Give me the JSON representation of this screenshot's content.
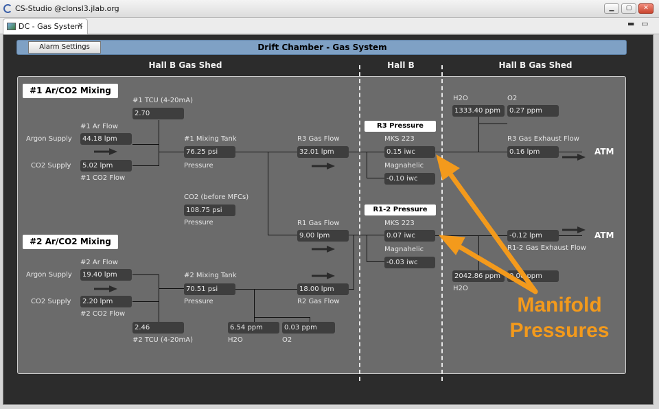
{
  "window": {
    "title": "CS-Studio @clonsl3.jlab.org"
  },
  "tab": {
    "label": "DC - Gas System",
    "close": "✕"
  },
  "header": {
    "title": "Drift Chamber - Gas System",
    "alarm_button": "Alarm Settings"
  },
  "sections": {
    "left": "Hall B Gas Shed",
    "middle": "Hall B",
    "right": "Hall B Gas Shed"
  },
  "mix1": {
    "title": "#1 Ar/CO2 Mixing",
    "tcu_label": "#1 TCU (4-20mA)",
    "tcu_value": "2.70",
    "ar_flow_label": "#1 Ar Flow",
    "argon_supply_label": "Argon Supply",
    "ar_flow_value": "44.18 lpm",
    "co2_supply_label": "CO2 Supply",
    "co2_flow_value": "5.02 lpm",
    "co2_flow_label": "#1 CO2 Flow",
    "tank_label": "#1 Mixing Tank",
    "tank_value": "76.25 psi",
    "tank_pressure_label": "Pressure"
  },
  "co2_before": {
    "label": "CO2 (before MFCs)",
    "value": "108.75 psi",
    "pressure_label": "Pressure"
  },
  "mix2": {
    "title": "#2 Ar/CO2 Mixing",
    "ar_flow_label": "#2 Ar Flow",
    "argon_supply_label": "Argon Supply",
    "ar_flow_value": "19.40 lpm",
    "co2_supply_label": "CO2 Supply",
    "co2_flow_value": "2.20 lpm",
    "co2_flow_label": "#2 CO2 Flow",
    "tank_label": "#2 Mixing Tank",
    "tank_value": "70.51 psi",
    "tank_pressure_label": "Pressure",
    "tcu_value": "2.46",
    "tcu_label": "#2 TCU (4-20mA)",
    "h2o_value": "6.54 ppm",
    "h2o_label": "H2O",
    "o2_value": "0.03 ppm",
    "o2_label": "O2"
  },
  "r3": {
    "flow_label": "R3 Gas Flow",
    "flow_value": "32.01 lpm"
  },
  "r1": {
    "flow_label": "R1 Gas Flow",
    "flow_value": "9.00 lpm",
    "r2_flow_value": "18.00 lpm",
    "r2_flow_label": "R2 Gas Flow"
  },
  "r3_pressure": {
    "title": "R3 Pressure",
    "mks_label": "MKS 223",
    "mks_value": "0.15 iwc",
    "mag_label": "Magnahelic",
    "mag_value": "-0.10 iwc"
  },
  "r12_pressure": {
    "title": "R1-2 Pressure",
    "mks_label": "MKS 223",
    "mks_value": "0.07 iwc",
    "mag_label": "Magnahelic",
    "mag_value": "-0.03 iwc"
  },
  "exhaust_r3": {
    "h2o_label": "H2O",
    "h2o_value": "1333.40 ppm",
    "o2_label": "O2",
    "o2_value": "0.27 ppm",
    "flow_label": "R3 Gas Exhaust Flow",
    "flow_value": "0.16 lpm",
    "atm": "ATM"
  },
  "exhaust_r12": {
    "flow_value": "-0.12 lpm",
    "flow_label": "R1-2 Gas Exhaust Flow",
    "atm": "ATM",
    "h2o_value": "2042.86 ppm",
    "h2o_label": "H2O",
    "o2_value": "0.00 ppm"
  },
  "annotation": {
    "line1": "Manifold",
    "line2": "Pressures"
  },
  "colors": {
    "accent_orange": "#f39a1c",
    "header_blue": "#7fa1c5",
    "panel_bg": "#6b6b6b"
  }
}
